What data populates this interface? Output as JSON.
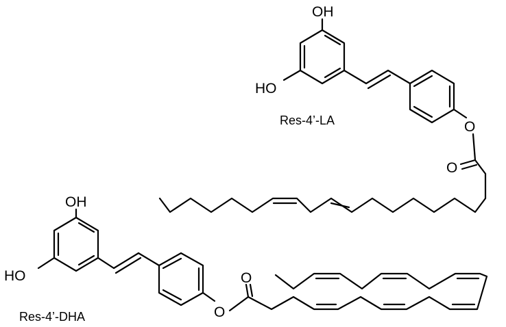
{
  "molecules": [
    {
      "name": "Res-4’-LA",
      "atoms": {
        "oh_top": "OH",
        "oh_left": "HO",
        "ester_o": "O",
        "carbonyl_o": "O"
      }
    },
    {
      "name": "Res-4’-DHA",
      "atoms": {
        "oh_top": "OH",
        "oh_left": "HO",
        "ester_o": "O",
        "carbonyl_o": "O"
      }
    }
  ]
}
